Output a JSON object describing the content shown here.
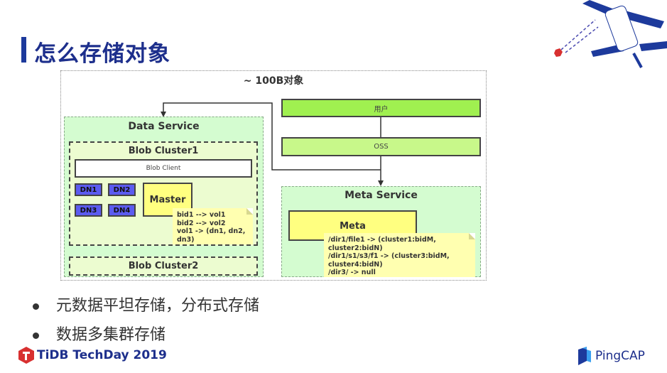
{
  "slide": {
    "title": "怎么存储对象"
  },
  "diagram": {
    "title": "~ 100B对象",
    "user": "用户",
    "oss": "OSS",
    "data_service": {
      "title": "Data Service",
      "cluster1": "Blob Cluster1",
      "blob_client": "Blob Client",
      "nodes": [
        "DN1",
        "DN2",
        "DN3",
        "DN4"
      ],
      "master": "Master",
      "note": "bid1 --> vol1\nbid2 --> vol2\nvol1 -> (dn1, dn2,\ndn3)",
      "cluster2": "Blob Cluster2"
    },
    "meta_service": {
      "title": "Meta Service",
      "meta": "Meta",
      "note": "/dir1/file1 -> (cluster1:bidM,\ncluster2:bidN)\n/dir1/s1/s3/f1 -> (cluster3:bidM,\ncluster4:bidN)\n/dir3/ -> null"
    }
  },
  "bullets": [
    "元数据平坦存储，分布式存储",
    "数据多集群存储"
  ],
  "footer": {
    "left": "TiDB TechDay 2019",
    "right": "PingCAP"
  },
  "colors": {
    "brand": "#1d2f8c",
    "user_box": "#a0f050",
    "oss_box": "#c8f88a",
    "service_bg": "#d4fcd0",
    "dn": "#5b5bf0",
    "master": "#ffff80"
  }
}
